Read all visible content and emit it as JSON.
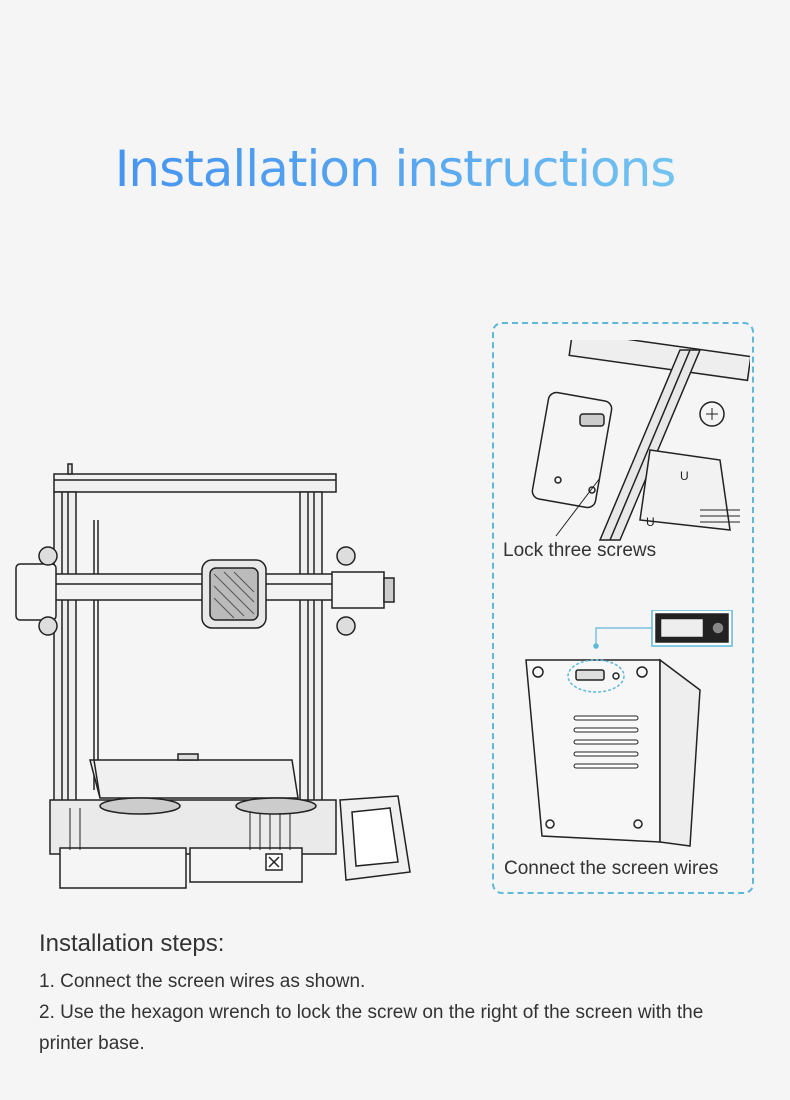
{
  "page": {
    "title": "Installation instructions"
  },
  "callout": {
    "caption_top": "Lock three screws",
    "caption_bottom": "Connect the screen wires"
  },
  "steps": {
    "heading": "Installation steps:",
    "items": [
      "1. Connect the screen wires as shown.",
      "2. Use the hexagon wrench to lock the screw on the right of the screen with the printer base."
    ]
  },
  "colors": {
    "title_gradient_start": "#3f8ef0",
    "title_gradient_end": "#7fd2f0",
    "callout_border": "#5fb8d8",
    "background": "#f5f5f5"
  }
}
